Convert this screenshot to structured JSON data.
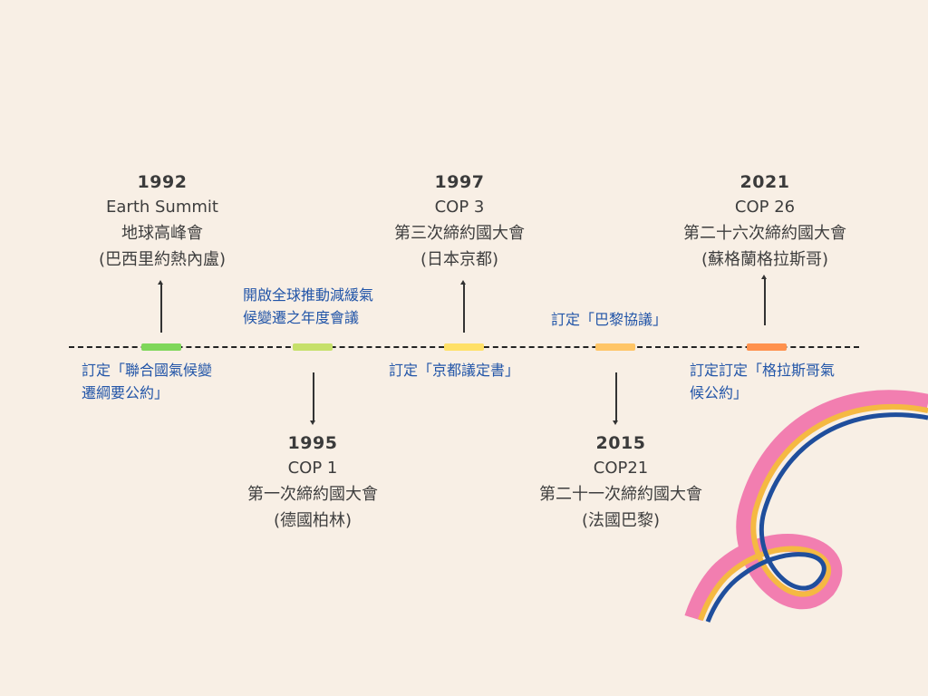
{
  "events": [
    {
      "year": "1992",
      "lines": [
        "Earth Summit",
        "地球高峰會",
        "(巴西里約熱內盧)"
      ],
      "note": [
        "訂定「聯合國氣候變",
        "遷綱要公約」"
      ],
      "segment_color": "#7fd75a"
    },
    {
      "year": "1995",
      "lines": [
        "COP 1",
        "第一次締約國大會",
        "(德國柏林)"
      ],
      "note": [
        "開啟全球推動減緩氣",
        "候變遷之年度會議"
      ],
      "segment_color": "#c6e06a"
    },
    {
      "year": "1997",
      "lines": [
        "COP 3",
        "第三次締約國大會",
        "(日本京都)"
      ],
      "note": [
        "訂定「京都議定書」"
      ],
      "segment_color": "#ffe066"
    },
    {
      "year": "2015",
      "lines": [
        "COP21",
        "第二十一次締約國大會",
        "(法國巴黎)"
      ],
      "note": [
        "訂定「巴黎協議」"
      ],
      "segment_color": "#ffc566"
    },
    {
      "year": "2021",
      "lines": [
        "COP 26",
        "第二十六次締約國大會",
        "(蘇格蘭格拉斯哥)"
      ],
      "note": [
        "訂定訂定「格拉斯哥氣",
        "候公約」"
      ],
      "segment_color": "#ff914d"
    }
  ],
  "colors": {
    "background": "#f8efe5",
    "note_text": "#2255a8",
    "ribbon_pink": "#f27eb0",
    "ribbon_yellow": "#f5b942",
    "ribbon_blue": "#1f4e9c"
  }
}
